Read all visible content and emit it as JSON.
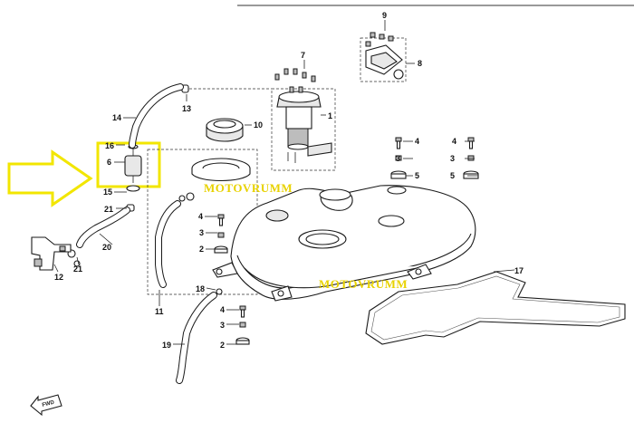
{
  "diagram": {
    "watermarks": [
      "MOTOVRUMM",
      "MOTOVRUMM"
    ],
    "direction_label": "FWD",
    "colors": {
      "highlight": "#f2e600",
      "watermark": "#e8d200",
      "line": "#1a1a1a"
    },
    "callouts": [
      {
        "id": "c1",
        "label": "1"
      },
      {
        "id": "c2a",
        "label": "2"
      },
      {
        "id": "c2b",
        "label": "2"
      },
      {
        "id": "c3a",
        "label": "3"
      },
      {
        "id": "c3b",
        "label": "3"
      },
      {
        "id": "c3c",
        "label": "3"
      },
      {
        "id": "c3d",
        "label": "3"
      },
      {
        "id": "c4a",
        "label": "4"
      },
      {
        "id": "c4b",
        "label": "4"
      },
      {
        "id": "c4c",
        "label": "4"
      },
      {
        "id": "c4d",
        "label": "4"
      },
      {
        "id": "c5a",
        "label": "5"
      },
      {
        "id": "c5b",
        "label": "5"
      },
      {
        "id": "c6a",
        "label": "6"
      },
      {
        "id": "c6b",
        "label": "6"
      },
      {
        "id": "c7",
        "label": "7"
      },
      {
        "id": "c8",
        "label": "8"
      },
      {
        "id": "c9",
        "label": "9"
      },
      {
        "id": "c10",
        "label": "10"
      },
      {
        "id": "c11",
        "label": "11"
      },
      {
        "id": "c12",
        "label": "12"
      },
      {
        "id": "c13",
        "label": "13"
      },
      {
        "id": "c14",
        "label": "14"
      },
      {
        "id": "c15",
        "label": "15"
      },
      {
        "id": "c16",
        "label": "16"
      },
      {
        "id": "c17",
        "label": "17"
      },
      {
        "id": "c18",
        "label": "18"
      },
      {
        "id": "c19",
        "label": "19"
      },
      {
        "id": "c20",
        "label": "20"
      },
      {
        "id": "c21a",
        "label": "21"
      },
      {
        "id": "c21b",
        "label": "21"
      }
    ]
  }
}
